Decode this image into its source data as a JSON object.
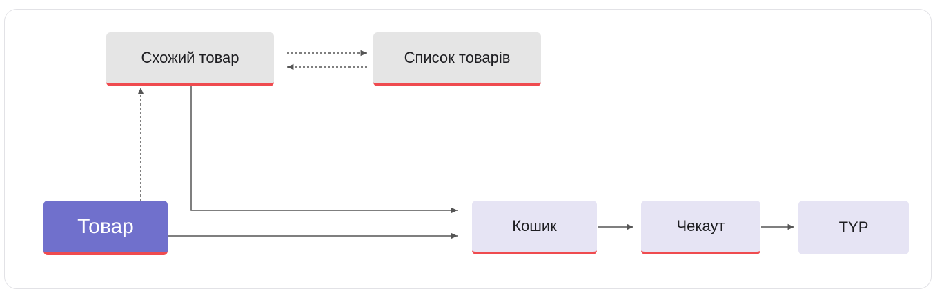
{
  "diagram": {
    "nodes": {
      "similar_product": "Схожий товар",
      "product_list": "Список товарів",
      "product": "Товар",
      "cart": "Кошик",
      "checkout": "Чекаут",
      "typ": "TYP"
    },
    "colors": {
      "gray_node": "#e5e5e5",
      "lavender_node": "#e6e4f4",
      "primary_node": "#7070cc",
      "accent_underline": "#ef4b4f",
      "edge": "#555555",
      "frame_border": "#e2e2e6"
    },
    "edges": [
      {
        "from": "similar_product",
        "to": "product_list",
        "style": "dotted"
      },
      {
        "from": "product_list",
        "to": "similar_product",
        "style": "dotted"
      },
      {
        "from": "product",
        "to": "similar_product",
        "style": "dotted"
      },
      {
        "from": "similar_product",
        "to": "cart",
        "style": "solid"
      },
      {
        "from": "product",
        "to": "cart",
        "style": "solid"
      },
      {
        "from": "cart",
        "to": "checkout",
        "style": "solid"
      },
      {
        "from": "checkout",
        "to": "typ",
        "style": "solid"
      }
    ]
  }
}
